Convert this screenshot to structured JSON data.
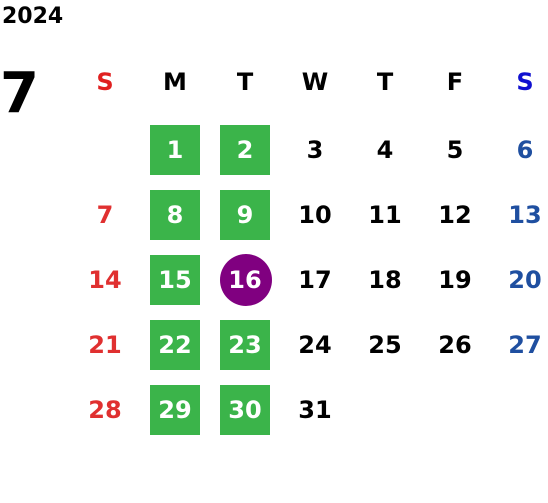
{
  "calendar": {
    "year": "2024",
    "month": "7",
    "weekdays": [
      "S",
      "M",
      "T",
      "W",
      "T",
      "F",
      "S"
    ],
    "weekday_colors": [
      "#e02020",
      "#000000",
      "#000000",
      "#000000",
      "#000000",
      "#000000",
      "#1010d0"
    ],
    "day_colors": {
      "sunday": "#e03030",
      "weekday": "#000000",
      "saturday": "#1f4fa0"
    },
    "highlight_color": "#3bb44a",
    "today_color": "#800080",
    "today": 16,
    "first_weekday_index": 1,
    "days_in_month": 31,
    "highlighted_days": [
      1,
      2,
      8,
      9,
      15,
      22,
      23,
      29,
      30
    ]
  }
}
